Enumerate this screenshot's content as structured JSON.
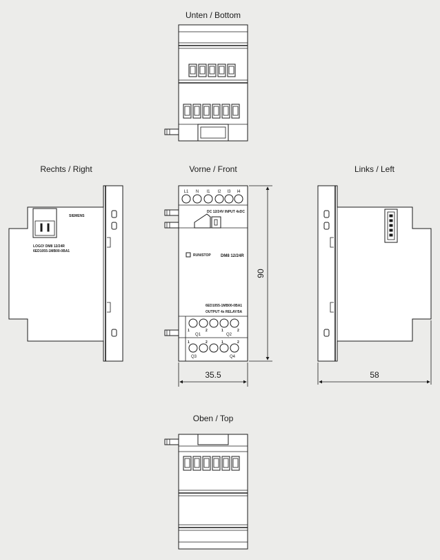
{
  "views": {
    "bottom": {
      "title": "Unten / Bottom"
    },
    "right": {
      "title": "Rechts / Right",
      "brand": "SIEMENS",
      "label_line1": "LOGO! DM8 12/24R",
      "label_line2": "6ED1055-1MB00-0BA1"
    },
    "front": {
      "title": "Vorne / Front",
      "terminals_top": [
        "L1",
        "N",
        "I1",
        "I2",
        "I3",
        "I4"
      ],
      "input_label": "DC 12/24V  INPUT 4xDC",
      "run_stop": "RUN/STOP",
      "model": "DM8 12/24R",
      "order_no": "6ED1055-1MB00-0BA1",
      "output_label": "OUTPUT 4x RELAY/5A",
      "q1": "Q1",
      "q2": "Q2",
      "q3": "Q3",
      "q4": "Q4",
      "pin1": "1",
      "pin2": "2"
    },
    "left": {
      "title": "Links / Left"
    },
    "top": {
      "title": "Oben / Top"
    }
  },
  "dimensions": {
    "front_width": "35.5",
    "height": "90",
    "depth": "58"
  }
}
